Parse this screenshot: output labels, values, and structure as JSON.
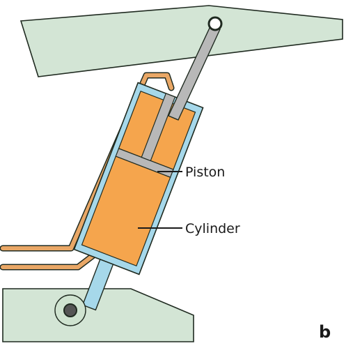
{
  "labels": {
    "piston": "Piston",
    "cylinder": "Cylinder",
    "panel": "b"
  },
  "colors": {
    "structure_fill": "#d3e5d5",
    "structure_stroke": "#1f2a20",
    "tube_orange": "#e9a766",
    "cylinder_blue": "#a6d8ea",
    "cylinder_stroke": "#1f2a20",
    "fluid_orange": "#f5a54d",
    "rod_grey": "#b8b8b8",
    "pivot_fill": "#cfe3d0",
    "pivot_center": "#555555"
  },
  "icons": {
    "top_pivot": "pivot-circle-icon",
    "bottom_pivot": "pivot-circle-icon"
  }
}
